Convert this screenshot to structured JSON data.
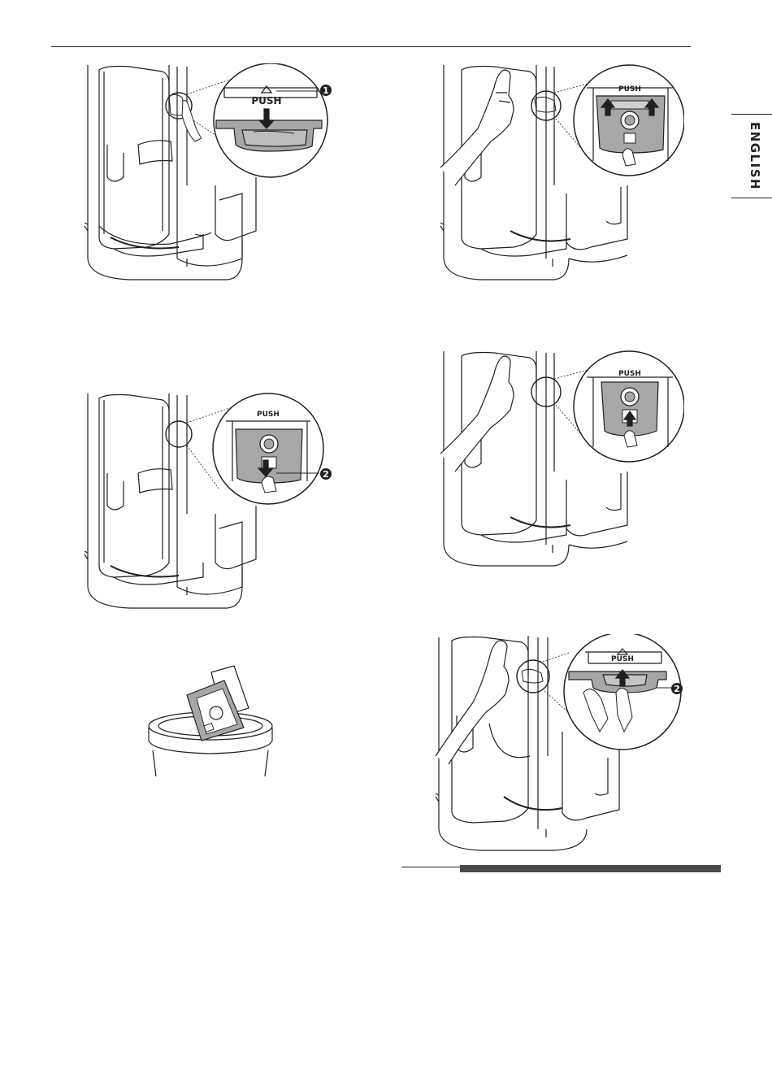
{
  "header": {
    "language_tab": "ENGLISH"
  },
  "figures": {
    "fig1": {
      "push_label": "PUSH",
      "callout": "1"
    },
    "fig2": {
      "push_label": "PUSH"
    },
    "fig3": {
      "push_label": "PUSH",
      "callout": "2"
    },
    "fig4": {
      "push_label": "PUSH"
    },
    "fig5": {},
    "fig6": {
      "push_label": "PUSH",
      "callout": "2"
    }
  },
  "colors": {
    "ink": "#231f20",
    "fill_gray": "#a7a7a7",
    "bar": "#4a4a4a"
  }
}
